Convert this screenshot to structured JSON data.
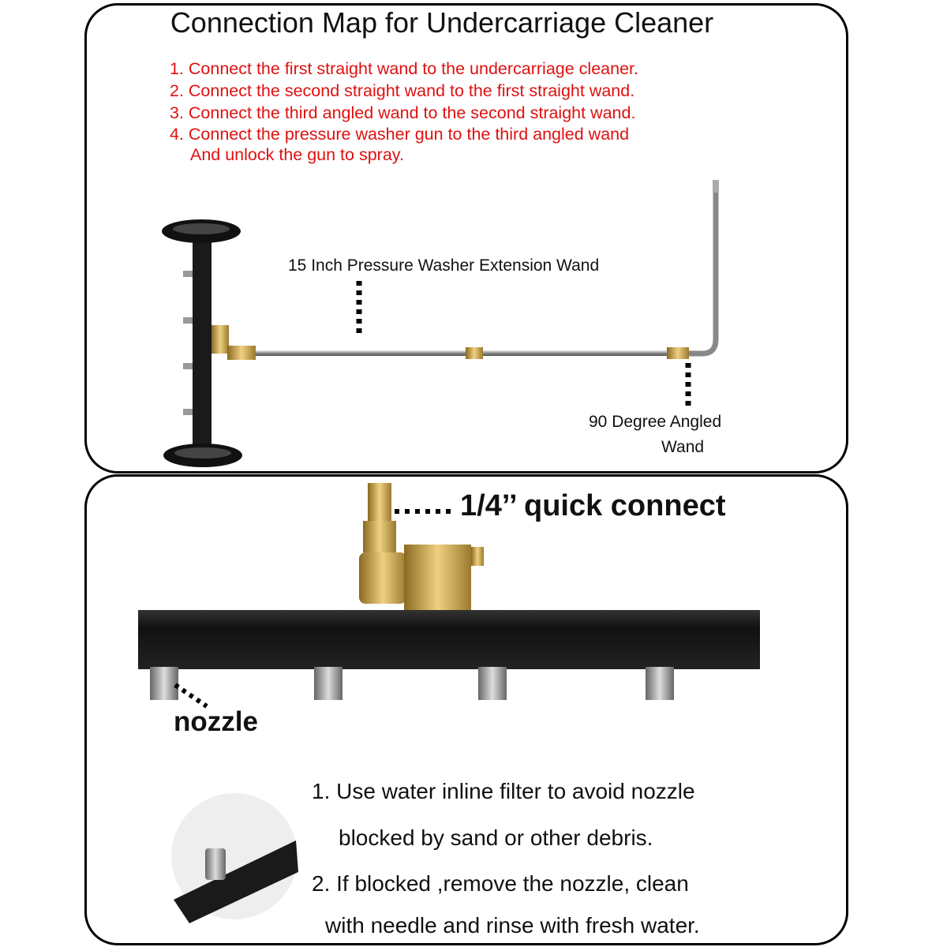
{
  "title": "Connection Map for Undercarriage Cleaner",
  "steps": [
    "1. Connect the first straight wand to the undercarriage cleaner.",
    "2. Connect the second straight wand to the first straight wand.",
    "3. Connect the third angled wand to the second straight wand.",
    "4. Connect the pressure washer gun to the third angled wand",
    "And unlock the gun to spray."
  ],
  "labels": {
    "extension_wand": "15 Inch Pressure Washer Extension Wand",
    "angled_wand_1": "90 Degree Angled",
    "angled_wand_2": "Wand",
    "quick_connect": "1/4’’ quick connect",
    "nozzle": "nozzle"
  },
  "tips": [
    "1. Use water inline filter to avoid nozzle",
    "blocked by sand or other debris.",
    "2. If blocked ,remove the nozzle, clean",
    "with needle and rinse with fresh water."
  ],
  "colors": {
    "instruction_red": "#e01010",
    "brass": "#c9a24a",
    "pipe": "#1a1a1a"
  }
}
